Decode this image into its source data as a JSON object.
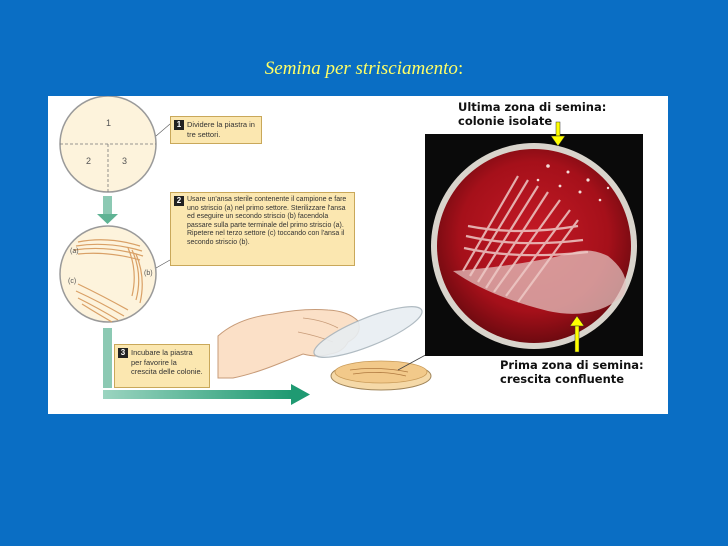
{
  "title": {
    "main": "Semina per strisciamento",
    "colon": ":"
  },
  "sectors": {
    "s1": "1",
    "s2": "2",
    "s3": "3",
    "a": "(a)",
    "b": "(b)",
    "c": "(c)"
  },
  "steps": [
    {
      "num": "1",
      "text": "Dividere la piastra in tre settori."
    },
    {
      "num": "2",
      "text": "Usare un'ansa sterile contenente il campione e fare uno striscio (a) nel primo settore. Sterilizzare l'ansa ed eseguire un secondo striscio (b) facendola passare sulla parte terminale del primo striscio (a). Ripetere nel terzo settore (c) toccando con l'ansa il secondo striscio (b)."
    },
    {
      "num": "3",
      "text": "Incubare la piastra per favorire la crescita delle colonie."
    }
  ],
  "photo": {
    "top_label": "Ultima zona di semina:\ncolonie isolate",
    "bottom_label": "Prima zona di semina:\ncrescita confluente"
  },
  "colors": {
    "background": "#0a6ec4",
    "title": "#ffff66",
    "arrow_yellow": "#ffff00",
    "agar": "#a5101a",
    "step_box": "#fbe7b0",
    "flow_arrow": "#2e9e78"
  }
}
